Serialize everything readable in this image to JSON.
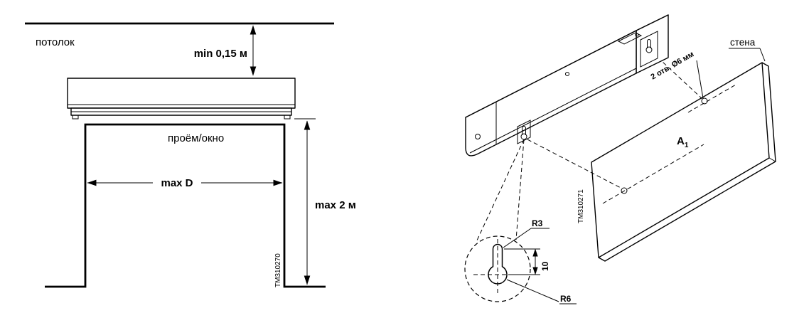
{
  "left_diagram": {
    "ceiling_label": "потолок",
    "min_gap_label": "min 0,15 м",
    "opening_label": "проём/окно",
    "max_width_label": "max D",
    "max_height_label": "max 2 м",
    "drawing_code": "TM310270"
  },
  "right_diagram": {
    "wall_label": "стена",
    "holes_label": "2 отв. Ø6 мм",
    "plate_label": "A",
    "plate_label_sub": "1",
    "drawing_code": "TM310271",
    "detail": {
      "radius_small_label": "R3",
      "offset_label": "10",
      "radius_large_label": "R6"
    }
  },
  "colors": {
    "line": "#000000",
    "background": "#ffffff"
  }
}
